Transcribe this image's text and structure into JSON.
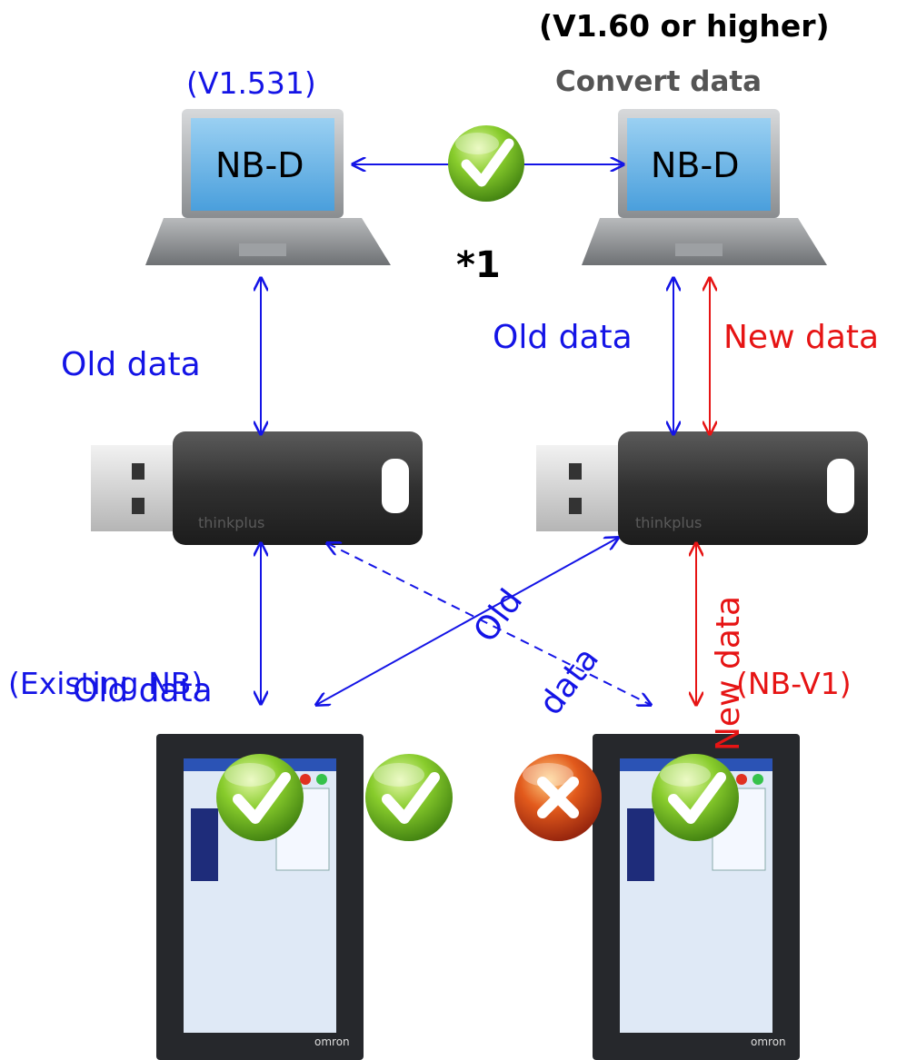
{
  "colors": {
    "old": "#1414e6",
    "new": "#e61414",
    "ok": "#6fc31c",
    "ng": "#d6401a"
  },
  "top": {
    "title_right": "(V1.60 or higher)",
    "left_version": "(V1.531)",
    "right_caption": "Convert data",
    "laptop_left_label": "NB-D",
    "laptop_right_label": "NB-D",
    "footnote": "*1"
  },
  "links": {
    "left_laptop_usb": "Old data",
    "right_laptop_usb_old": "Old data",
    "right_laptop_usb_new": "New data",
    "left_usb_hmi": "Old data",
    "cross_old_line1": "Old",
    "cross_old_line2": "data",
    "right_usb_hmi": "New data"
  },
  "usb": {
    "brand": "thinkplus"
  },
  "devices": {
    "left_hmi_caption": "(Existing NB)",
    "right_hmi_caption": "(NB-V1)",
    "hmi_brand": "omron"
  },
  "status_icons": [
    "check-icon",
    "check-icon",
    "cross-icon",
    "check-icon",
    "check-icon"
  ]
}
